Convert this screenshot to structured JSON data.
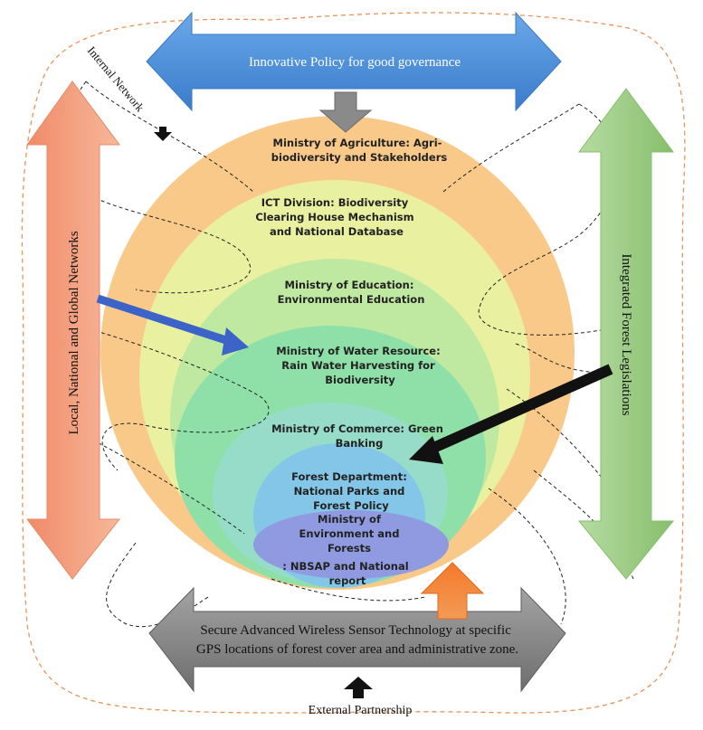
{
  "top_arrow": {
    "label": "Innovative Policy for good governance"
  },
  "left_arrow": {
    "label": "Local, National and Global Networks"
  },
  "right_arrow": {
    "label": "Integrated Forest Legislations"
  },
  "bottom_arrow": {
    "line1": "Secure Advanced Wireless Sensor Technology at specific",
    "line2": "GPS locations of forest cover area and administrative zone."
  },
  "internal_network": {
    "label": "Internal Network"
  },
  "external_partnership": {
    "label": "External Partnership"
  },
  "layers": {
    "agriculture": {
      "line1": "Ministry of Agriculture: Agri-",
      "line2": "biodiversity and Stakeholders"
    },
    "ict": {
      "line1": "ICT Division: Biodiversity",
      "line2": "Clearing House Mechanism",
      "line3": "and National Database"
    },
    "education": {
      "line1": "Ministry of Education:",
      "line2": "Environmental Education"
    },
    "water": {
      "line1": "Ministry of Water Resource:",
      "line2": "Rain Water Harvesting for",
      "line3": "Biodiversity"
    },
    "commerce": {
      "line1": "Ministry of Commerce: Green",
      "line2": "Banking"
    },
    "forest": {
      "line1": "Forest Department:",
      "line2": "National Parks and",
      "line3": "Forest Policy"
    },
    "moef": {
      "line1": "Ministry  of",
      "line2": "Environment and",
      "line3": "Forests",
      "line4": ": NBSAP and National",
      "line5": "report"
    }
  },
  "colors": {
    "top_arrow": "#4a8fd6",
    "left_arrow": "#f2a07e",
    "right_arrow": "#9ccc85",
    "bottom_arrow": "#8a8a8a",
    "outer_circle": "#f9c98a",
    "moef_ellipse": "#8f9ae0"
  }
}
